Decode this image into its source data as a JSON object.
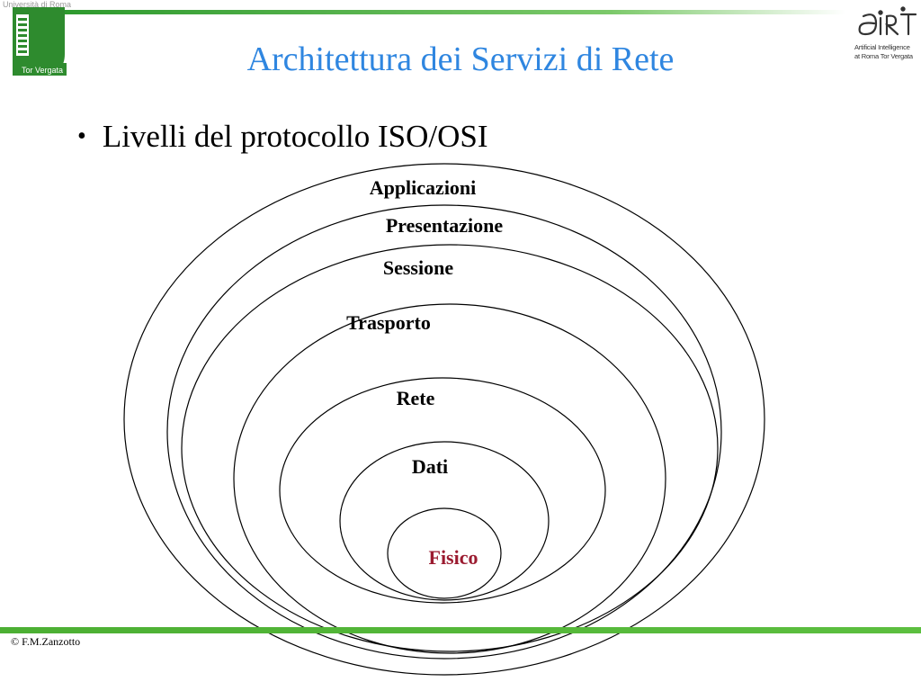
{
  "header": {
    "title": "Architettura dei Servizi di Rete",
    "logo_left": {
      "top_text": "Università di Roma",
      "bottom_text": "Tor Vergata"
    },
    "logo_right": {
      "line1": "Artificial Intelligence",
      "line2": "at Roma Tor Vergata"
    }
  },
  "content": {
    "bullet": "Livelli del protocollo ISO/OSI"
  },
  "diagram": {
    "layers": [
      {
        "label": "Applicazioni",
        "color": "#000000"
      },
      {
        "label": "Presentazione",
        "color": "#000000"
      },
      {
        "label": "Sessione",
        "color": "#000000"
      },
      {
        "label": "Trasporto",
        "color": "#000000"
      },
      {
        "label": "Rete",
        "color": "#000000"
      },
      {
        "label": "Dati",
        "color": "#000000"
      },
      {
        "label": "Fisico",
        "color": "#9b1b30"
      }
    ]
  },
  "footer": {
    "copyright": "© F.M.Zanzotto"
  },
  "colors": {
    "title": "#2f86e0",
    "rule_green": "#4caf33",
    "logo_green": "#2e8b2e"
  }
}
